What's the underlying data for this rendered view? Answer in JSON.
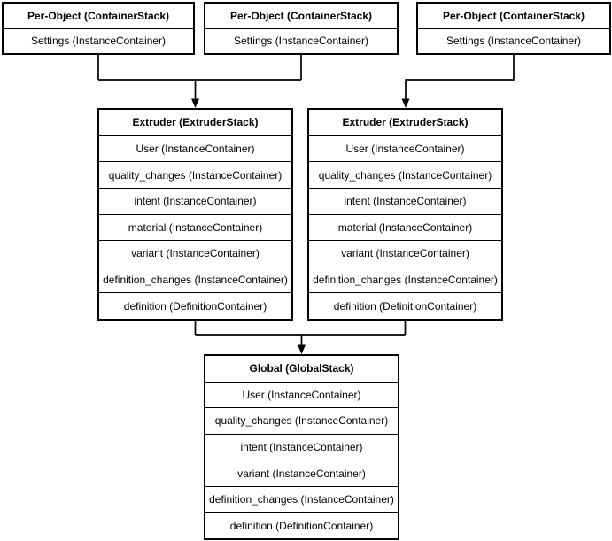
{
  "diagram": {
    "boxes": {
      "per_object_1": {
        "title": "Per-Object (ContainerStack)",
        "rows": [
          "Settings (InstanceContainer)"
        ]
      },
      "per_object_2": {
        "title": "Per-Object (ContainerStack)",
        "rows": [
          "Settings (InstanceContainer)"
        ]
      },
      "per_object_3": {
        "title": "Per-Object (ContainerStack)",
        "rows": [
          "Settings (InstanceContainer)"
        ]
      },
      "extruder_1": {
        "title": "Extruder (ExtruderStack)",
        "rows": [
          "User (InstanceContainer)",
          "quality_changes (InstanceContainer)",
          "intent (InstanceContainer)",
          "material (InstanceContainer)",
          "variant (InstanceContainer)",
          "definition_changes (InstanceContainer)",
          "definition (DefinitionContainer)"
        ]
      },
      "extruder_2": {
        "title": "Extruder (ExtruderStack)",
        "rows": [
          "User (InstanceContainer)",
          "quality_changes (InstanceContainer)",
          "intent (InstanceContainer)",
          "material (InstanceContainer)",
          "variant (InstanceContainer)",
          "definition_changes (InstanceContainer)",
          "definition (DefinitionContainer)"
        ]
      },
      "global": {
        "title": "Global (GlobalStack)",
        "rows": [
          "User (InstanceContainer)",
          "quality_changes (InstanceContainer)",
          "intent (InstanceContainer)",
          "variant (InstanceContainer)",
          "definition_changes (InstanceContainer)",
          "definition (DefinitionContainer)"
        ]
      }
    },
    "edges": [
      {
        "from": [
          "per_object_1",
          "per_object_2"
        ],
        "to": "extruder_1"
      },
      {
        "from": [
          "per_object_3"
        ],
        "to": "extruder_2"
      },
      {
        "from": [
          "extruder_1",
          "extruder_2"
        ],
        "to": "global"
      }
    ],
    "colors": {
      "border": "#000000",
      "background": "#ffffff",
      "text": "#000000"
    }
  }
}
